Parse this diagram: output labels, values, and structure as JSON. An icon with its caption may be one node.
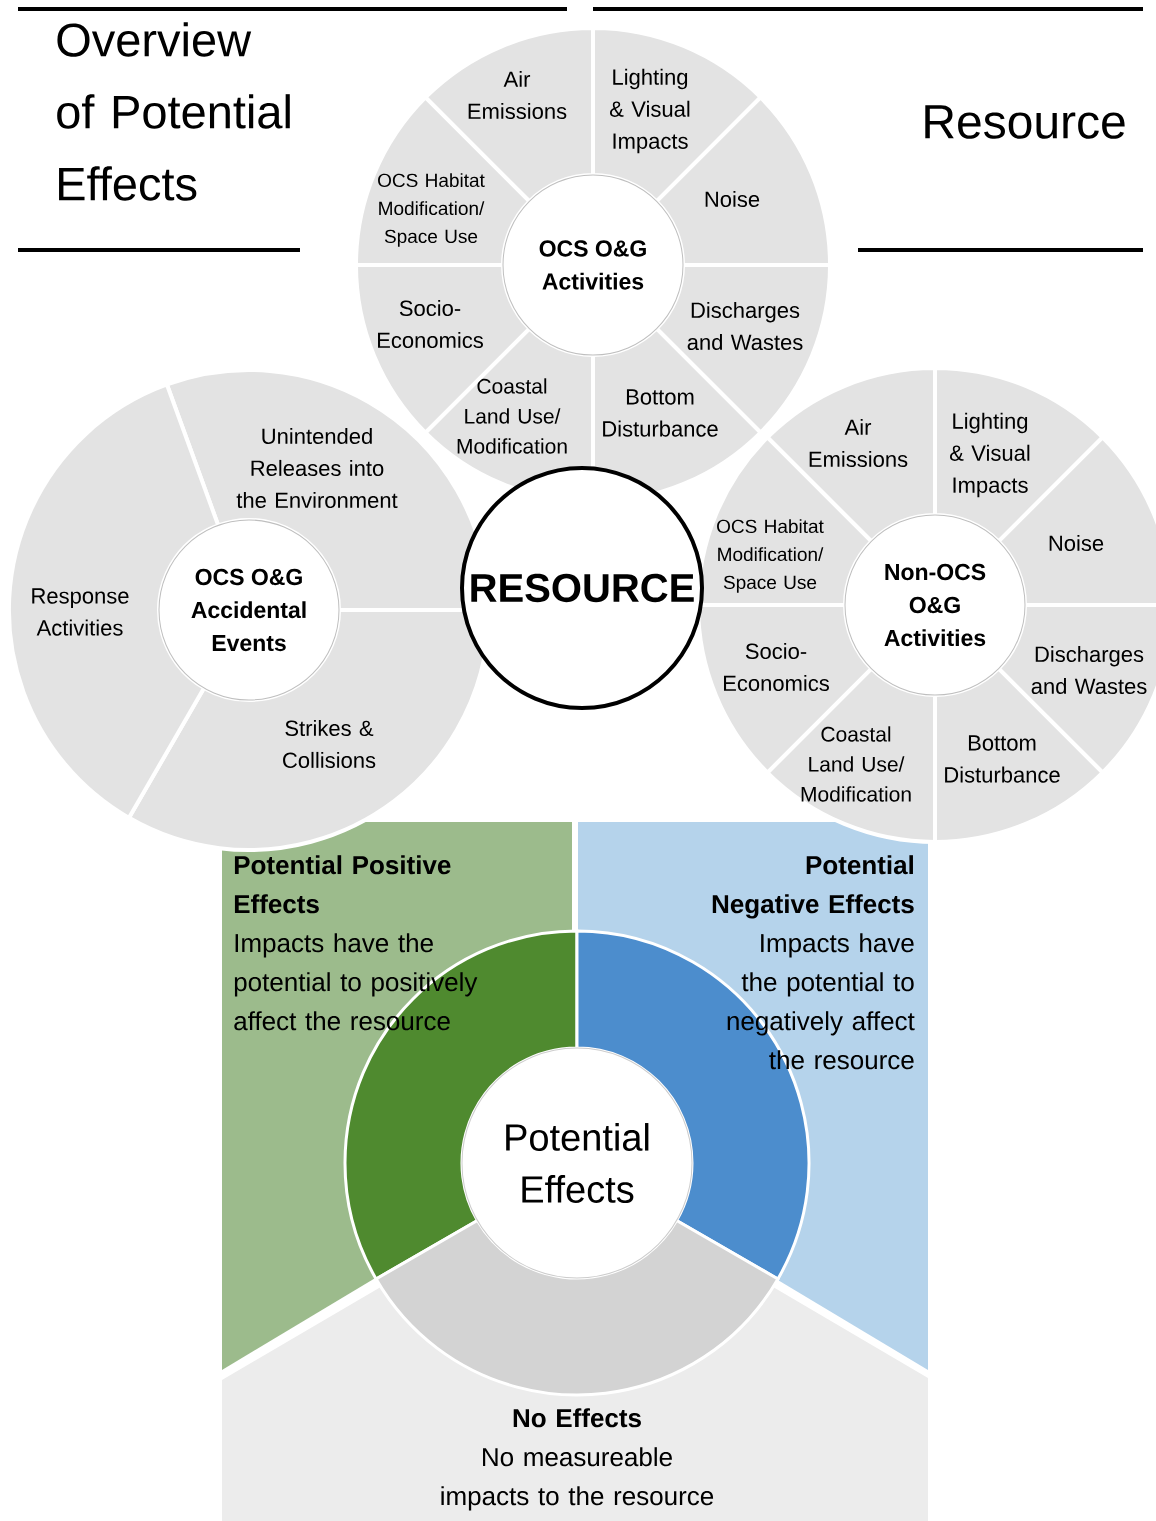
{
  "diagram": {
    "title": "Overview of Potential Effects",
    "nodes": [
      {
        "text": [
          "OCS O&G Activities"
        ]
      },
      {
        "text": [
          "Air Emissions"
        ]
      },
      {
        "text": [
          "Lighting & Visual Impacts"
        ]
      },
      {
        "text": [
          "Noise"
        ]
      },
      {
        "text": [
          "Discharges and Wastes"
        ]
      },
      {
        "text": [
          "Bottom Disturbance"
        ]
      },
      {
        "text": [
          "Coastal Land Use/ Modification"
        ]
      },
      {
        "text": [
          "Socio-Economics"
        ]
      },
      {
        "text": [
          "OCS Habitat Modification/ Space Use"
        ]
      },
      {
        "text": [
          "OCS O&G Accidental Events"
        ]
      },
      {
        "text": [
          "Unintended Releases into the Environment"
        ]
      },
      {
        "text": [
          "Strikes & Collisions"
        ]
      },
      {
        "text": [
          "Response Activities"
        ]
      },
      {
        "text": [
          "RESOURCE"
        ]
      },
      {
        "text": [
          "Non-OCS O&G Activities"
        ]
      },
      {
        "text": [
          "Air Emissions"
        ]
      },
      {
        "text": [
          "Lighting & Visual Impacts"
        ]
      },
      {
        "text": [
          "Noise"
        ]
      },
      {
        "text": [
          "Discharges and Wastes"
        ]
      },
      {
        "text": [
          "Bottom Disturbance"
        ]
      },
      {
        "text": [
          "Coastal Land Use/ Modification"
        ]
      },
      {
        "text": [
          "Socio-Economics"
        ]
      },
      {
        "text": [
          "OCS Habitat Modification/ Space Use"
        ]
      },
      {
        "text": [
          "Potential Positive Effects",
          "Impacts have the potential to positively affect the resource"
        ]
      },
      {
        "text": [
          "Potential Negative Effects",
          "Impacts have the potential to negatively affect the resource"
        ]
      },
      {
        "text": [
          "Potential Effects"
        ]
      },
      {
        "text": [
          "No Effects",
          "No measureable impacts to the resource"
        ]
      }
    ],
    "labels": [
      "Resource"
    ]
  }
}
